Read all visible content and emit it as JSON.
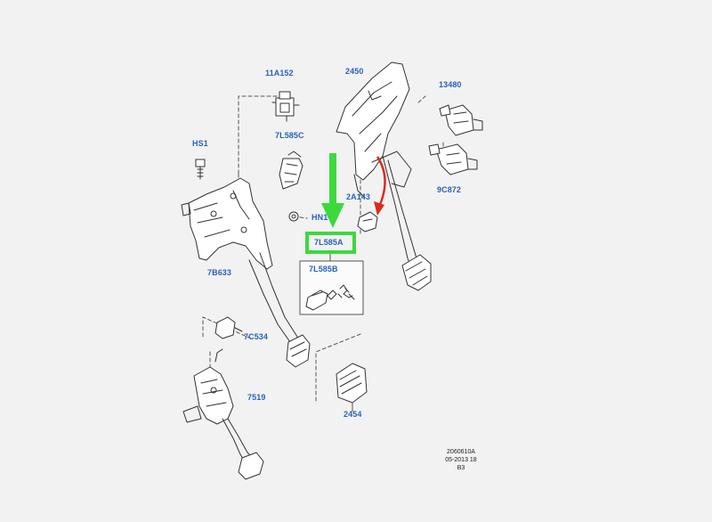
{
  "colors": {
    "background": "#f2f2f2",
    "label_blue": "#2a62b8",
    "line_art": "#333333",
    "highlight_green": "#3cd93c",
    "indicator_red": "#d92b1f"
  },
  "labels": {
    "p_11A152": "11A152",
    "p_2450": "2450",
    "p_13480": "13480",
    "p_HS1": "HS1",
    "p_7L585C": "7L585C",
    "p_2A143": "2A143",
    "p_9C872": "9C872",
    "p_HN1": "HN1",
    "p_7L585A": "7L585A",
    "p_7B633": "7B633",
    "p_7L585B": "7L585B",
    "p_7C534": "7C534",
    "p_7519": "7519",
    "p_2454": "2454"
  },
  "reference": {
    "line1": "2060610A",
    "line2": "05-2013 18",
    "line3": "B3"
  },
  "icons": {
    "green_arrow": "arrow-down-icon",
    "red_arrow": "curved-arrow-icon"
  }
}
